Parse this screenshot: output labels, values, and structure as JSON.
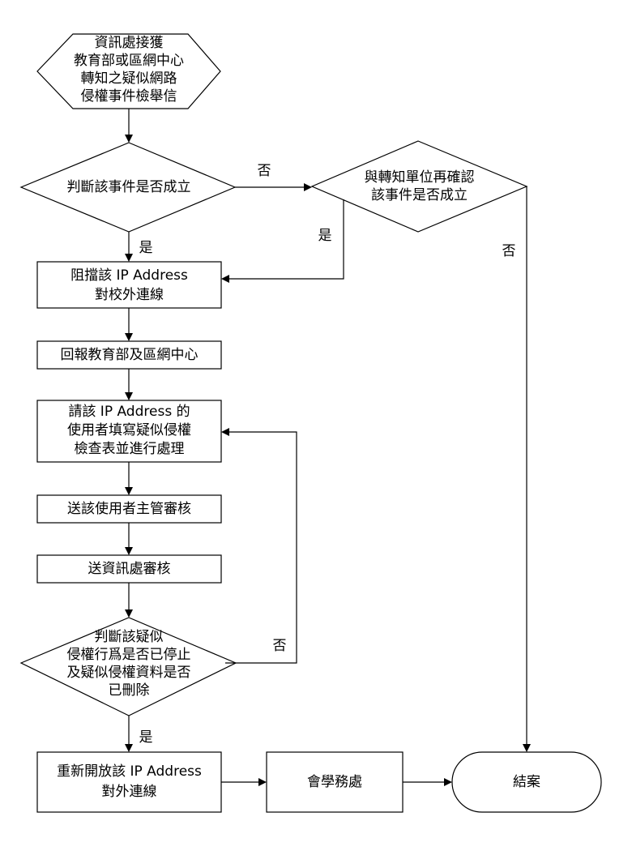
{
  "nodes": {
    "start": "資訊處接獲\n教育部或區網中心\n轉知之疑似網路\n侵權事件檢舉信",
    "judge_event": "判斷該事件是否成立",
    "reconfirm": "與轉知單位再確認\n該事件是否成立",
    "block_ip": "阻擋該 IP Address\n對校外連線",
    "report": "回報教育部及區網中心",
    "request_user": "請該 IP Address 的\n使用者填寫疑似侵權\n檢查表並進行處理",
    "send_supervisor": "送該使用者主管審核",
    "send_itc": "送資訊處審核",
    "judge_stopped": "判斷該疑似\n侵權行爲是否已停止\n及疑似侵權資料是否\n已刪除",
    "reopen_ip": "重新開放該 IP Address\n對外連線",
    "academic_affairs": "會學務處",
    "close_case": "結案"
  },
  "edge_labels": {
    "no_to_reconfirm": "否",
    "yes_reconfirm": "是",
    "no_to_close": "否",
    "yes_block": "是",
    "no_loop": "否",
    "yes_reopen": "是"
  }
}
